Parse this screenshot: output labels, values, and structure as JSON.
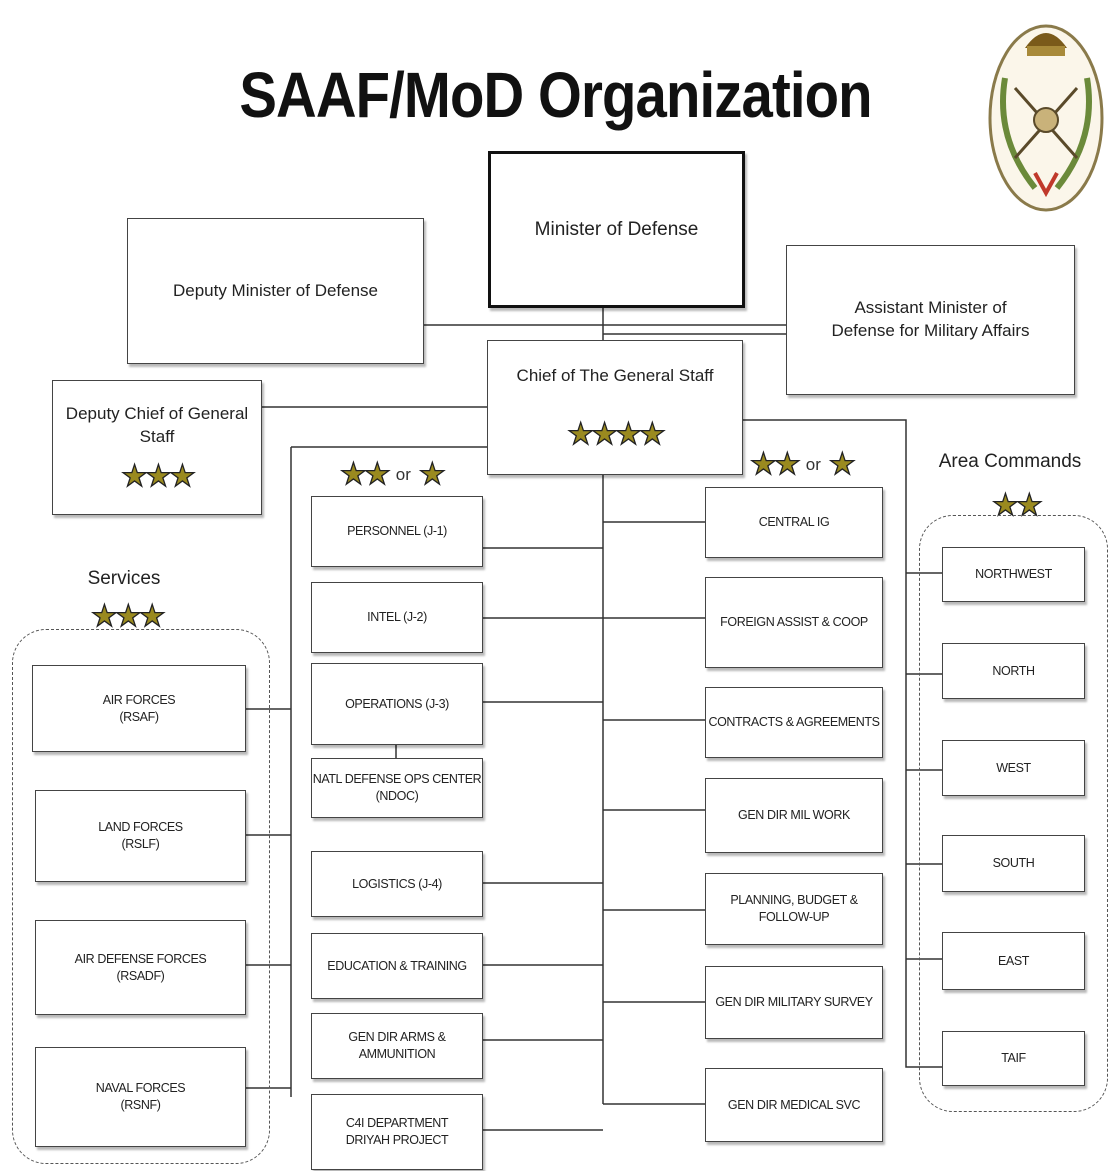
{
  "title": "SAAF/MoD Organization",
  "top": {
    "minister": "Minister of Defense",
    "deputy_minister": "Deputy Minister of Defense",
    "assistant_minister": "Assistant Minister of\nDefense for Military Affairs",
    "chief": "Chief of The General Staff",
    "chief_stars": "★★★★",
    "deputy_chief": "Deputy Chief of  General Staff",
    "deputy_chief_stars": "★★★"
  },
  "rank_left": {
    "a": "★★",
    "or": "or",
    "b": "★"
  },
  "rank_right": {
    "a": "★★",
    "or": "or",
    "b": "★"
  },
  "services": {
    "label": "Services",
    "stars": "★★★",
    "items": [
      "AIR FORCES\n(RSAF)",
      "LAND FORCES\n(RSLF)",
      "AIR DEFENSE FORCES\n(RSADF)",
      "NAVAL FORCES\n(RSNF)"
    ]
  },
  "staff_left": [
    "PERSONNEL (J-1)",
    "INTEL (J-2)",
    "OPERATIONS (J-3)",
    "NATL DEFENSE OPS CENTER\n(NDOC)",
    "LOGISTICS (J-4)",
    "EDUCATION & TRAINING",
    "GEN DIR ARMS & AMMUNITION",
    "C4I DEPARTMENT\nDRIYAH PROJECT"
  ],
  "staff_right": [
    "CENTRAL IG",
    "FOREIGN ASSIST & COOP",
    "CONTRACTS & AGREEMENTS",
    "GEN DIR MIL WORK",
    "PLANNING, BUDGET &\nFOLLOW-UP",
    "GEN DIR MILITARY SURVEY",
    "GEN DIR MEDICAL SVC"
  ],
  "area_commands": {
    "label": "Area Commands",
    "stars": "★★",
    "items": [
      "NORTHWEST",
      "NORTH",
      "WEST",
      "SOUTH",
      "EAST",
      "TAIF"
    ]
  },
  "colors": {
    "star_fill": "#9a8a1f",
    "emblem_green": "#6b8a3a",
    "emblem_red": "#c0392b"
  }
}
